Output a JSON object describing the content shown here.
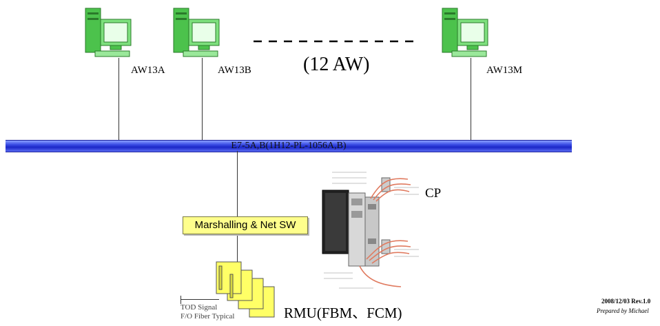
{
  "workstations": [
    {
      "label": "AW13A"
    },
    {
      "label": "AW13B"
    },
    {
      "label": "AW13M"
    }
  ],
  "aw_count_label": "(12 AW)",
  "bus_label": "E7-5A,B(1H12-PL-1056A,B)",
  "marshalling_label": "Marshalling & Net SW",
  "cp_label": "CP",
  "rmu_label": "RMU(FBM、FCM)",
  "tod_label": {
    "line1": "TOD Signal",
    "line2": "F/O Fiber Typical"
  },
  "revision": "2008/12/03  Rev.1.0",
  "prepared_by": "Prepared  by Michael",
  "colors": {
    "bus": "#1b27c8",
    "computer_green": "#5fd45f",
    "switch_fill": "#ffff8c",
    "rmu_fill": "#ffff66",
    "cable": "#e07a5f"
  }
}
